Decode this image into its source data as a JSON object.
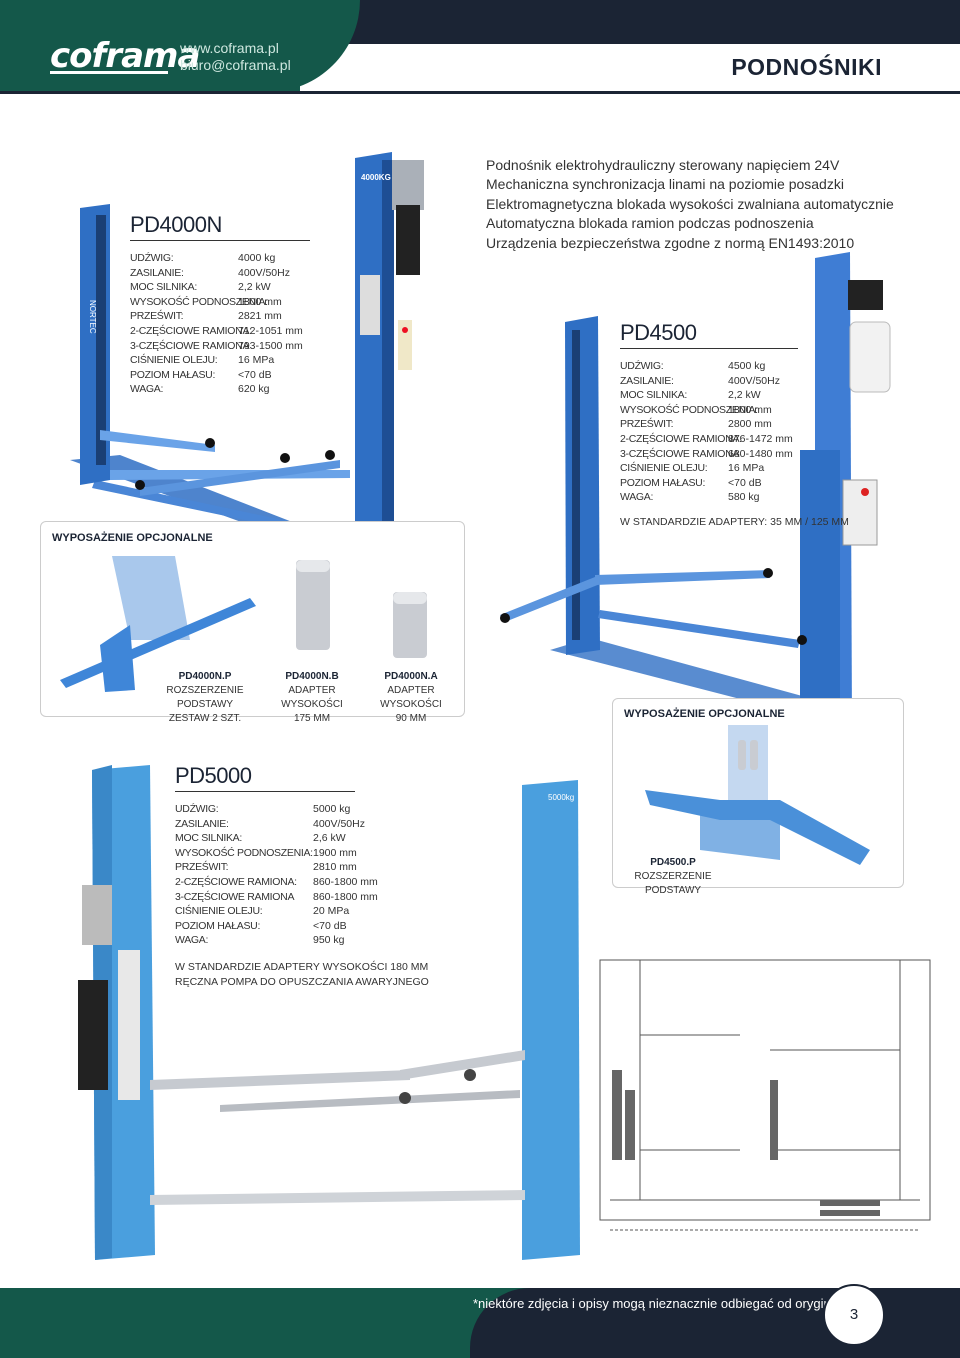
{
  "header": {
    "logo": "coframa",
    "website": "www.coframa.pl",
    "email": "biuro@coframa.pl",
    "section_title": "PODNOŚNIKI",
    "colors": {
      "green": "#14584a",
      "dark": "#1b2434",
      "accent_blue": "#2f6fc4"
    }
  },
  "features": [
    "Podnośnik elektrohydrauliczny sterowany napięciem 24V",
    "Mechaniczna synchronizacja linami na poziomie posadzki",
    "Elektromagnetyczna blokada wysokości zwalniana automatycznie",
    "Automatyczna blokada ramion podczas podnoszenia",
    "Urządzenia bezpieczeństwa zgodne z normą EN1493:2010"
  ],
  "pd4000n": {
    "title": "PD4000N",
    "column_sign": "4000KG",
    "brand_sign": "NORTEC",
    "specs": [
      {
        "k": "UDŹWIG:",
        "v": "4000 kg"
      },
      {
        "k": "ZASILANIE:",
        "v": "400V/50Hz"
      },
      {
        "k": "MOC SILNIKA:",
        "v": "2,2 kW"
      },
      {
        "k": "WYSOKOŚĆ PODNOSZENIA:",
        "v": "1800 mm"
      },
      {
        "k": "PRZEŚWIT:",
        "v": "2821 mm"
      },
      {
        "k": "2-CZĘŚCIOWE RAMIONA:",
        "v": "712-1051 mm"
      },
      {
        "k": "3-CZĘŚCIOWE RAMIONA",
        "v": "793-1500 mm"
      },
      {
        "k": "CIŚNIENIE OLEJU:",
        "v": "16 MPa"
      },
      {
        "k": "POZIOM HAŁASU:",
        "v": "<70 dB"
      },
      {
        "k": "WAGA:",
        "v": "620 kg"
      }
    ]
  },
  "pd4000n_options": {
    "title": "WYPOSAŻENIE OPCJONALNE",
    "items": [
      {
        "code": "PD4000N.P",
        "desc1": "ROZSZERZENIE PODSTAWY",
        "desc2": "ZESTAW 2 SZT."
      },
      {
        "code": "PD4000N.B",
        "desc1": "ADAPTER WYSOKOŚCI",
        "desc2": "175 mm"
      },
      {
        "code": "PD4000N.A",
        "desc1": "ADAPTER WYSOKOŚCI",
        "desc2": "90 mm"
      }
    ]
  },
  "pd4500": {
    "title": "PD4500",
    "specs": [
      {
        "k": "UDŹWIG:",
        "v": "4500 kg"
      },
      {
        "k": "ZASILANIE:",
        "v": "400V/50Hz"
      },
      {
        "k": "MOC SILNIKA:",
        "v": "2,2 kW"
      },
      {
        "k": "WYSOKOŚĆ PODNOSZENIA:",
        "v": "1800 mm"
      },
      {
        "k": "PRZEŚWIT:",
        "v": "2800 mm"
      },
      {
        "k": "2-CZĘŚCIOWE RAMIONA:",
        "v": "876-1472 mm"
      },
      {
        "k": "3-CZĘŚCIOWE RAMIONA",
        "v": "680-1480 mm"
      },
      {
        "k": "CIŚNIENIE OLEJU:",
        "v": "16 MPa"
      },
      {
        "k": "POZIOM HAŁASU:",
        "v": "<70 dB"
      },
      {
        "k": "WAGA:",
        "v": "580 kg"
      }
    ],
    "note": "W STANDARDZIE ADAPTERY: 35 mm / 125 mm"
  },
  "pd4500_options": {
    "title": "WYPOSAŻENIE OPCJONALNE",
    "items": [
      {
        "code": "PD4500.P",
        "desc1": "ROZSZERZENIE PODSTAWY"
      }
    ]
  },
  "pd5000": {
    "title": "PD5000",
    "column_sign": "5000kg",
    "specs": [
      {
        "k": "UDŹWIG:",
        "v": "5000 kg"
      },
      {
        "k": "ZASILANIE:",
        "v": "400V/50Hz"
      },
      {
        "k": "MOC SILNIKA:",
        "v": "2,6 kW"
      },
      {
        "k": "WYSOKOŚĆ PODNOSZENIA:",
        "v": "1900 mm"
      },
      {
        "k": "PRZEŚWIT:",
        "v": "2810 mm"
      },
      {
        "k": "2-CZĘŚCIOWE RAMIONA:",
        "v": "860-1800 mm"
      },
      {
        "k": "3-CZĘŚCIOWE RAMIONA",
        "v": "860-1800 mm"
      },
      {
        "k": "CIŚNIENIE OLEJU:",
        "v": "20 MPa"
      },
      {
        "k": "POZIOM HAŁASU:",
        "v": "<70 dB"
      },
      {
        "k": "WAGA:",
        "v": "950 kg"
      }
    ],
    "notes": [
      "W STANDARDZIE ADAPTERY WYSOKOŚCI 180 mm",
      "RĘCZNA POMPA DO OPUSZCZANIA AWARYJNEGO"
    ]
  },
  "footer": {
    "disclaimer": "*niektóre zdjęcia i opisy mogą nieznacznie odbiegać od oryginału",
    "page_number": "3"
  }
}
